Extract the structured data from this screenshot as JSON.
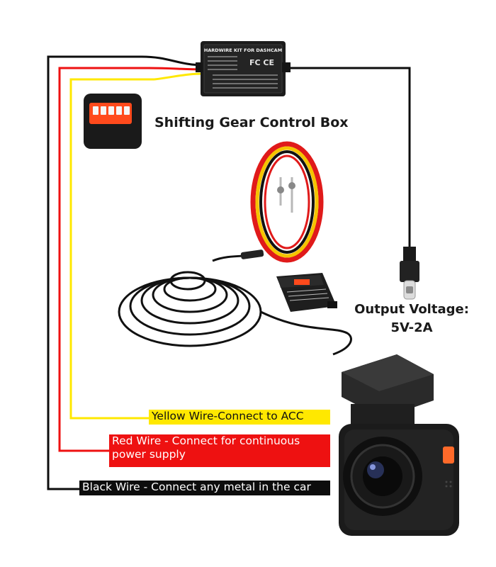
{
  "control_box": {
    "title": "Shifting Gear Control Box",
    "box_header": "HARDWIRE KIT FOR DASHCAM"
  },
  "output": {
    "line1": "Output Voltage:",
    "line2": "5V-2A"
  },
  "wires": {
    "yellow": {
      "label": "Yellow Wire-Connect to ACC",
      "color": "#ffe800"
    },
    "red": {
      "label_line1": "Red Wire - Connect for continuous",
      "label_line2": "power supply",
      "color": "#ee1111"
    },
    "black": {
      "label": "Black Wire - Connect any metal in the car",
      "color": "#0d0d0d"
    }
  },
  "accent": {
    "switch_orange": "#ff4a1c"
  }
}
